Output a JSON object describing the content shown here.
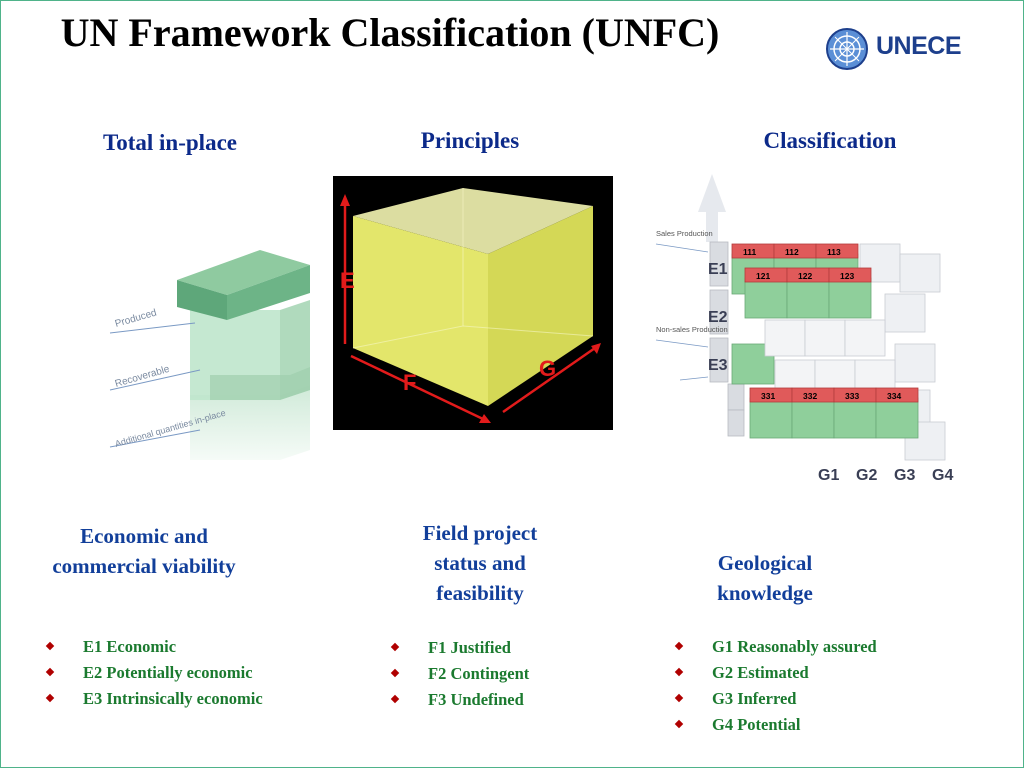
{
  "slide": {
    "title": "UN Framework Classification (UNFC)",
    "logo_text": "UNECE",
    "columns": [
      {
        "heading": "Total in-place",
        "figure_labels": [
          "Produced",
          "Recoverable",
          "Additional quantities in-place"
        ],
        "subheading": "Economic and commercial viability",
        "bullets": [
          "E1 Economic",
          "E2 Potentially economic",
          "E3 Intrinsically economic"
        ]
      },
      {
        "heading": "Principles",
        "figure_labels": [
          "E",
          "F",
          "G"
        ],
        "subheading": "Field project status and feasibility",
        "bullets": [
          "F1 Justified",
          "F2 Contingent",
          "F3 Undefined"
        ]
      },
      {
        "heading": "Classification",
        "figure_labels": [
          "Sales Production",
          "Non-sales Production",
          "E1",
          "E2",
          "E3",
          "111",
          "112",
          "113",
          "121",
          "122",
          "123",
          "331",
          "332",
          "333",
          "334",
          "G1",
          "G2",
          "G3",
          "G4"
        ],
        "subheading": "Geological knowledge",
        "bullets": [
          "G1 Reasonably assured",
          "G2 Estimated",
          "G3 Inferred",
          "G4 Potential"
        ]
      }
    ]
  },
  "colors": {
    "heading_blue": "#0c2a8a",
    "bullet_green": "#1b7a2f",
    "bullet_marker": "#b00000",
    "cube_yellow": "#e8ea7a",
    "cube_red": "#e21b1b",
    "block_green": "#7fbf95",
    "cell_red": "#e05a5a"
  },
  "icons": [
    "un-emblem-icon"
  ]
}
